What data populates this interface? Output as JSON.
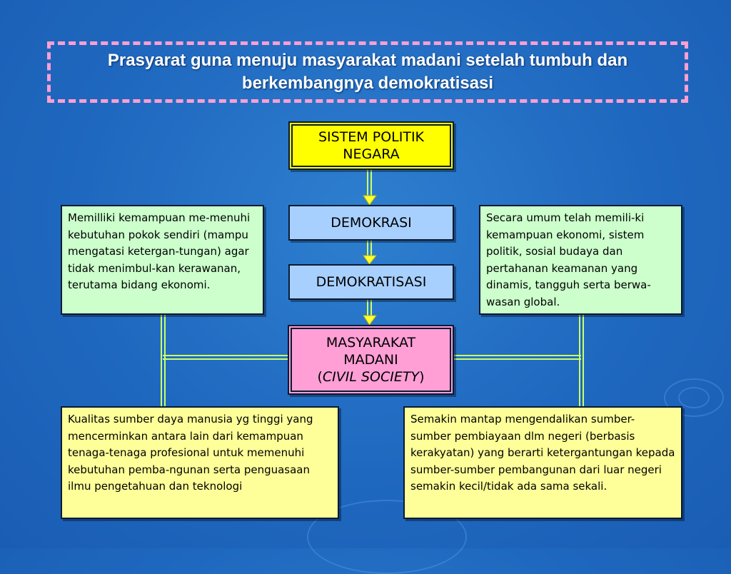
{
  "title": "Prasyarat guna menuju masyarakat madani setelah tumbuh dan berkembangnya demokratisasi",
  "nodes": {
    "sistem_politik": [
      "SISTEM POLITIK",
      "NEGARA"
    ],
    "demokrasi": "DEMOKRASI",
    "demokratisasi": "DEMOKRATISASI",
    "masyarakat_madani": {
      "line1": "MASYARAKAT",
      "line2": "MADANI",
      "line3_open": "(",
      "line3_italic": "CIVIL SOCIETY",
      "line3_close": ")"
    },
    "left_top": "Memilliki kemampuan me-menuhi kebutuhan pokok sendiri (mampu mengatasi ketergan-tungan) agar tidak menimbul-kan kerawanan, terutama bidang ekonomi.",
    "right_top": "Secara umum telah memili-ki kemampuan ekonomi, sistem politik, sosial budaya dan pertahanan keamanan yang dinamis, tangguh serta berwa-wasan global.",
    "left_bottom": "Kualitas sumber daya manusia yg tinggi yang mencerminkan antara lain dari kemampuan tenaga-tenaga profesional untuk memenuhi kebutuhan pemba-ngunan serta penguasaan ilmu pengetahuan dan teknologi",
    "right_bottom": "Semakin mantap mengendalikan sumber-sumber pembiayaan dlm negeri (berbasis kerakyatan) yang berarti ketergantungan kepada sumber-sumber pembangunan dari luar negeri semakin kecil/tidak ada sama sekali."
  },
  "colors": {
    "background": "#1f68bf",
    "frame": "#ff9fd0",
    "yellow_box": "#ffff00",
    "blue_box": "#a8d0ff",
    "pink_box": "#ff9fd6",
    "green_box": "#ccffcc",
    "pale_yellow_box": "#ffff99",
    "connector": "#ccff66"
  }
}
